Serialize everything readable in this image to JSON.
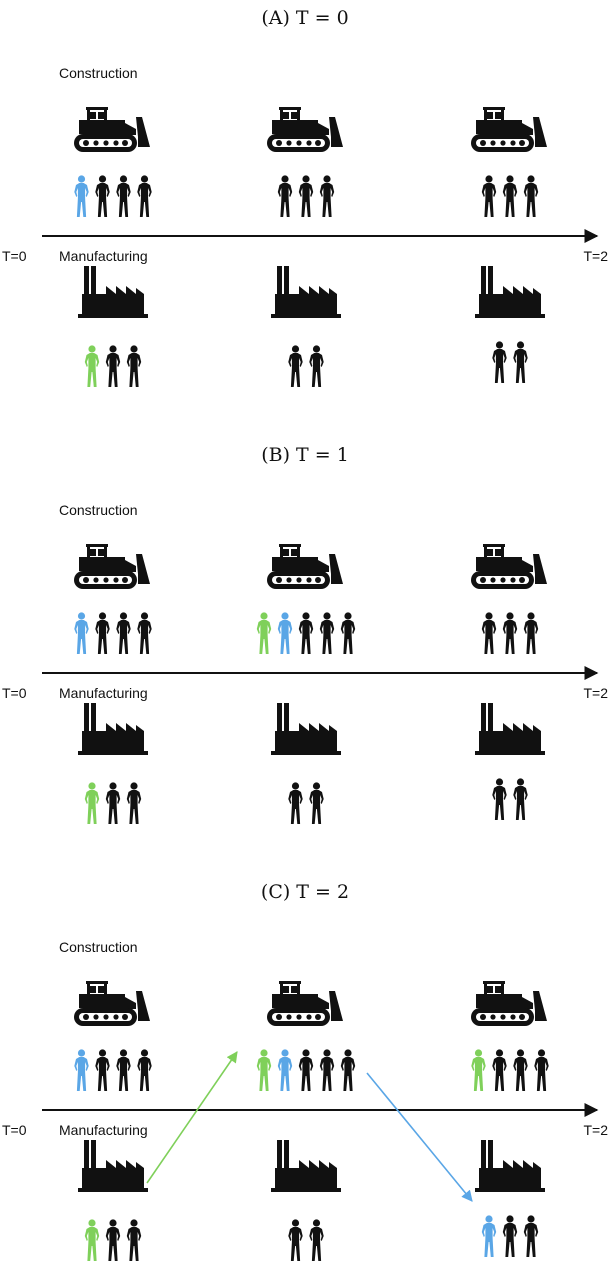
{
  "colors": {
    "black": "#111111",
    "blue": "#5aa6e6",
    "green": "#7fd05a"
  },
  "icons": {
    "construction": "bulldozer-icon",
    "manufacturing": "factory-icon",
    "worker": "person-icon"
  },
  "panels": [
    {
      "title": "(A)  T = 0",
      "construction_label": "Construction",
      "manufacturing_label": "Manufacturing",
      "axis_start_label": "T=0",
      "axis_end_label": "T=2",
      "construction_workers": [
        [
          "blue",
          "black",
          "black",
          "black"
        ],
        [
          "black",
          "black",
          "black"
        ],
        [
          "black",
          "black",
          "black"
        ]
      ],
      "manufacturing_workers": [
        [
          "green",
          "black",
          "black"
        ],
        [
          "black",
          "black"
        ],
        [
          "black",
          "black"
        ]
      ],
      "moves": []
    },
    {
      "title": "(B)  T = 1",
      "construction_label": "Construction",
      "manufacturing_label": "Manufacturing",
      "axis_start_label": "T=0",
      "axis_end_label": "T=2",
      "construction_workers": [
        [
          "blue",
          "black",
          "black",
          "black"
        ],
        [
          "green",
          "blue",
          "black",
          "black",
          "black"
        ],
        [
          "black",
          "black",
          "black"
        ]
      ],
      "manufacturing_workers": [
        [
          "green",
          "black",
          "black"
        ],
        [
          "black",
          "black"
        ],
        [
          "black",
          "black"
        ]
      ],
      "moves": []
    },
    {
      "title": "(C)  T = 2",
      "construction_label": "Construction",
      "manufacturing_label": "Manufacturing",
      "axis_start_label": "T=0",
      "axis_end_label": "T=2",
      "construction_workers": [
        [
          "blue",
          "black",
          "black",
          "black"
        ],
        [
          "green",
          "blue",
          "black",
          "black",
          "black"
        ],
        [
          "green",
          "black",
          "black",
          "black"
        ]
      ],
      "manufacturing_workers": [
        [
          "green",
          "black",
          "black"
        ],
        [
          "black",
          "black"
        ],
        [
          "blue",
          "black",
          "black"
        ]
      ],
      "moves": [
        {
          "color": "green",
          "from": "manufacturing-0",
          "to": "construction-1"
        },
        {
          "color": "blue",
          "from": "construction-1",
          "to": "manufacturing-2"
        }
      ]
    }
  ]
}
